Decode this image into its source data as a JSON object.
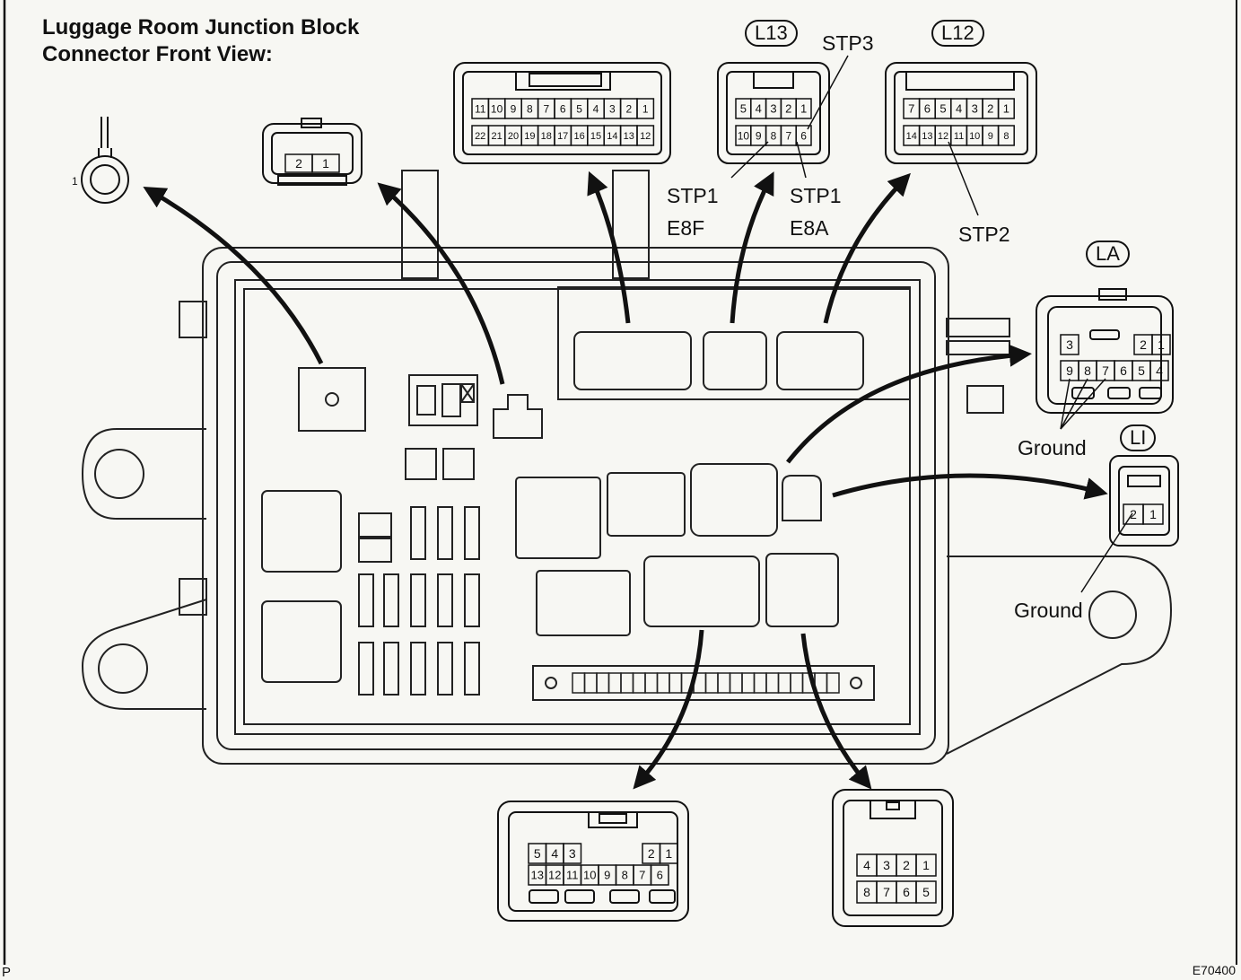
{
  "title": {
    "line1": "Luggage Room Junction Block",
    "line2": "Connector Front View:"
  },
  "figure_id": "E70400",
  "corner_mark": "P",
  "labels": {
    "ring_terminal_pin": "1",
    "stp3": "STP3",
    "stp1_left": "STP1",
    "e8f": "E8F",
    "stp1_right": "STP1",
    "e8a": "E8A",
    "stp2": "STP2",
    "ground_la": "Ground",
    "ground_li": "Ground"
  },
  "connector_codes": {
    "l13": "L13",
    "l12": "L12",
    "la": "LA",
    "li": "LI"
  },
  "connectors": {
    "small_2pin": {
      "row1": [
        "2",
        "1"
      ]
    },
    "e8f_22pin": {
      "row1": [
        "11",
        "10",
        "9",
        "8",
        "7",
        "6",
        "5",
        "4",
        "3",
        "2",
        "1"
      ],
      "row2": [
        "22",
        "21",
        "20",
        "19",
        "18",
        "17",
        "16",
        "15",
        "14",
        "13",
        "12"
      ]
    },
    "l13": {
      "row1": [
        "5",
        "4",
        "3",
        "2",
        "1"
      ],
      "row2": [
        "10",
        "9",
        "8",
        "7",
        "6"
      ]
    },
    "l12": {
      "row1": [
        "7",
        "6",
        "5",
        "4",
        "3",
        "2",
        "1"
      ],
      "row2": [
        "14",
        "13",
        "12",
        "11",
        "10",
        "9",
        "8"
      ]
    },
    "la": {
      "row1_left": [
        "3"
      ],
      "row1_right": [
        "2",
        "1"
      ],
      "row2": [
        "9",
        "8",
        "7",
        "6",
        "5",
        "4"
      ]
    },
    "li": {
      "row1": [
        "2",
        "1"
      ]
    },
    "bottom_13pin": {
      "row1_left": [
        "5",
        "4",
        "3"
      ],
      "row1_right": [
        "2",
        "1"
      ],
      "row2": [
        "13",
        "12",
        "11",
        "10",
        "9",
        "8",
        "7",
        "6"
      ]
    },
    "bottom_8pin": {
      "row1": [
        "4",
        "3",
        "2",
        "1"
      ],
      "row2": [
        "8",
        "7",
        "6",
        "5"
      ]
    }
  }
}
